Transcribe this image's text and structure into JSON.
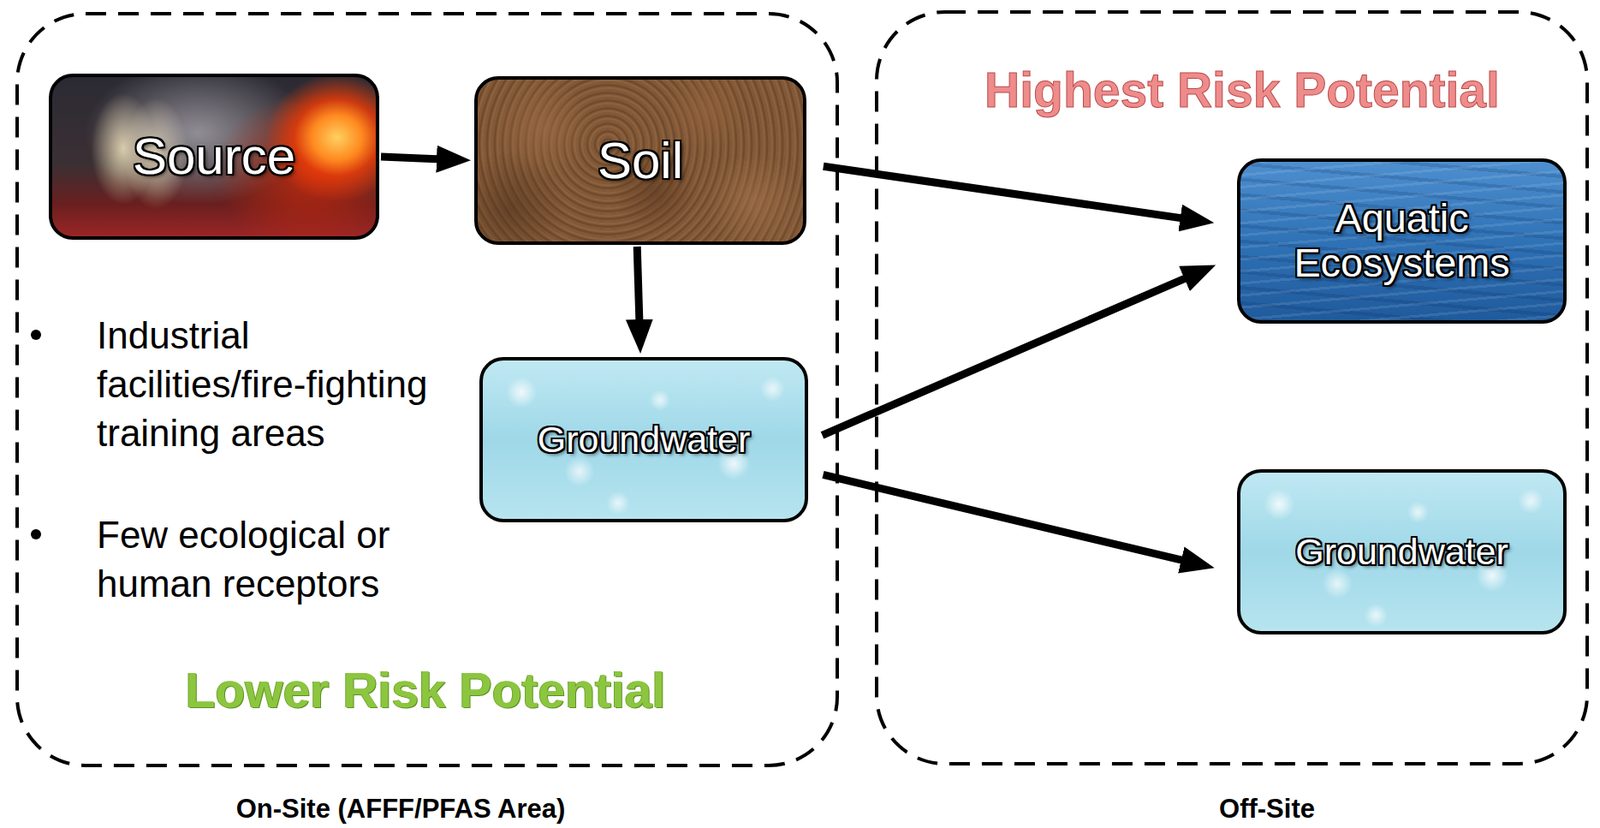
{
  "diagram": {
    "nodes": [
      {
        "text": [
          "Industrial facilities/fire-fighting training areas",
          "Few ecological or human receptors",
          "Lower Risk Potential",
          "On-Site (AFFF/PFAS Area)"
        ]
      },
      {
        "text": [
          "Source"
        ],
        "in": 0
      },
      {
        "text": [
          "Soil"
        ],
        "in": 0
      },
      {
        "text": [
          "Groundwater"
        ],
        "in": 0
      },
      {
        "text": [
          "Highest Risk Potential",
          "Off-Site"
        ]
      },
      {
        "text": [
          "Aquatic Ecosystems"
        ],
        "in": 4
      },
      {
        "text": [
          "Groundwater"
        ],
        "in": 4
      }
    ],
    "edges": [
      {
        "from": 1,
        "to": 2,
        "arrow": "to"
      },
      {
        "from": 2,
        "to": 3,
        "arrow": "to"
      },
      {
        "from": 2,
        "to": 5,
        "arrow": "to"
      },
      {
        "from": 3,
        "to": 5,
        "arrow": "to"
      },
      {
        "from": 3,
        "to": 6,
        "arrow": "to"
      }
    ]
  }
}
